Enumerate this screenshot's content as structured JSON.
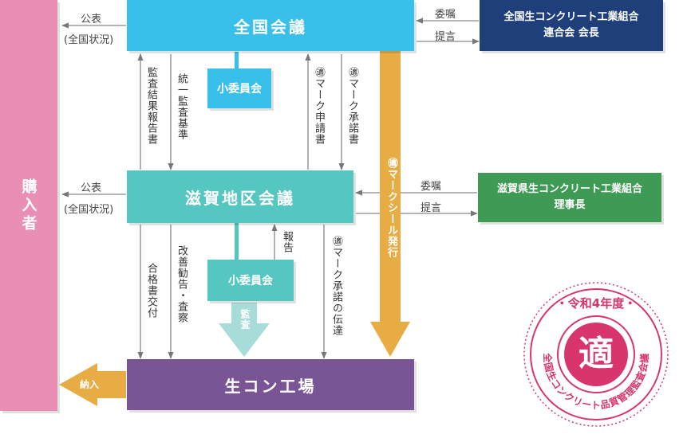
{
  "buyers": "購入者",
  "national_meeting": "全国会議",
  "shiga_meeting": "滋賀地区会議",
  "factory": "生コン工場",
  "subcommittee_top": "小委員会",
  "subcommittee_bottom": "小委員会",
  "national_union": {
    "line1": "全国生コンクリート工業組合",
    "line2": "連合会 会長"
  },
  "shiga_union": {
    "line1": "滋賀県生コンクリート工業組合",
    "line2": "理事長"
  },
  "labels": {
    "publish_top": "公表",
    "status_top": "(全国状況)",
    "publish_mid": "公表",
    "status_mid": "(全国状況)",
    "commission_top": "委嘱",
    "proposal_top": "提言",
    "commission_mid": "委嘱",
    "proposal_mid": "提言",
    "audit_report": "監査結果報告書",
    "unified_criteria": "統一監査基準",
    "mark_application": "㊜マーク申請書",
    "mark_approval": "㊜マーク承諾書",
    "seal_issue": "㊜マークシール発行",
    "certificate": "合格書交付",
    "improvement": "改善勧告・査察",
    "report": "報告",
    "approval_transmit": "㊜マーク承諾の伝達",
    "audit": "監査",
    "delivery": "納入"
  },
  "stamp": {
    "top": "・令和4年度・",
    "center": "適",
    "ring": "全国生コンクリート品質管理監査会議"
  },
  "colors": {
    "pink": "#e98fb6",
    "cyan": "#38c0ea",
    "teal": "#55c6c0",
    "purple": "#7a5596",
    "navy": "#1f3f7a",
    "green": "#3e9a55",
    "orange": "#e8ac45",
    "stamp": "#d7356c"
  }
}
